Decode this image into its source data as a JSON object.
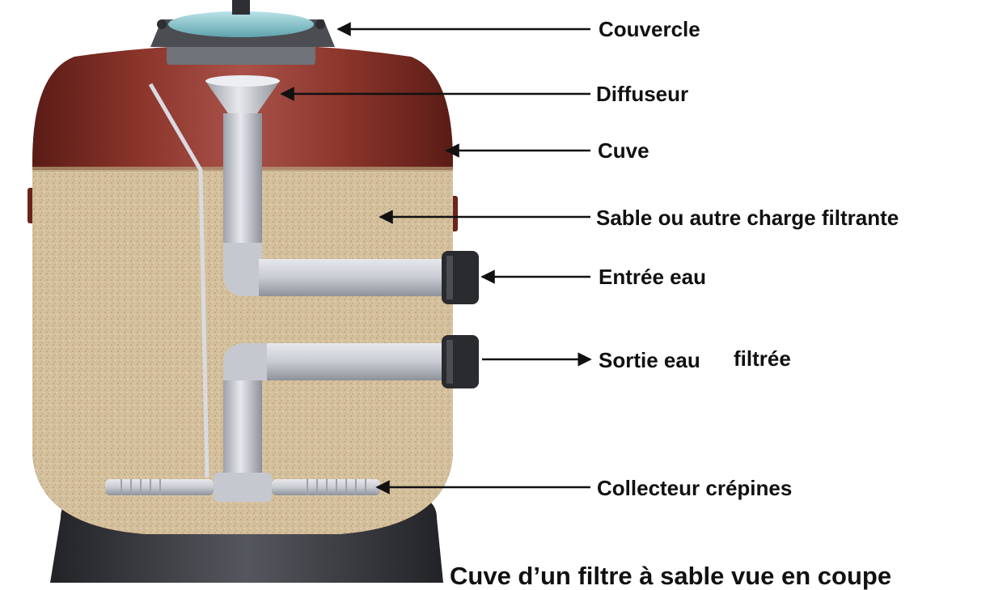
{
  "labels": {
    "couvercle": "Couvercle",
    "diffuseur": "Diffuseur",
    "cuve": "Cuve",
    "sable": "Sable ou autre charge filtrante",
    "entree": "Entrée eau",
    "sortie_a": "Sortie eau",
    "sortie_b": "filtrée",
    "collecteur": "Collecteur crépines"
  },
  "caption": "Cuve d’un filtre à sable vue en coupe",
  "colors": {
    "tank": "#7a2a20",
    "tank_highlight": "#a8524a",
    "sand": "#d4c09c",
    "pipe": "#c8cbd2",
    "base": "#3a3b40",
    "lid": "#8fc7cf",
    "arrow": "#111111"
  },
  "icons": [
    "arrow-left-icon",
    "arrow-right-icon"
  ]
}
